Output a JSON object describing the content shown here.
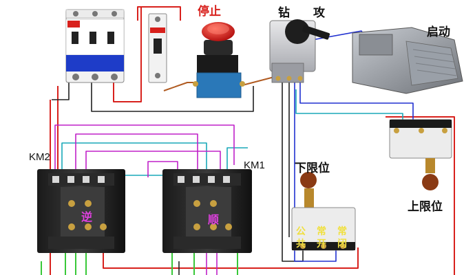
{
  "labels": {
    "stop": "停止",
    "drill_left": "钻",
    "drill_right": "攻",
    "start": "启动",
    "km2": "KM2",
    "km1": "KM1",
    "reverse": "逆",
    "forward": "顺",
    "lower_limit": "下限位",
    "upper_limit": "上限位",
    "term_common_top": "公",
    "term_common_bottom": "共",
    "term_no_top": "常",
    "term_no_bottom": "开",
    "term_nc_top": "常",
    "term_nc_bottom": "闭"
  },
  "colors": {
    "wire_red": "#d8201c",
    "wire_magenta": "#c020c8",
    "wire_cyan": "#18a8b8",
    "wire_black": "#202020",
    "wire_blue": "#2030d0",
    "wire_green": "#38c838",
    "wire_brown": "#b05a20",
    "label_red": "#d8201c",
    "label_yellow": "#e8e030"
  }
}
